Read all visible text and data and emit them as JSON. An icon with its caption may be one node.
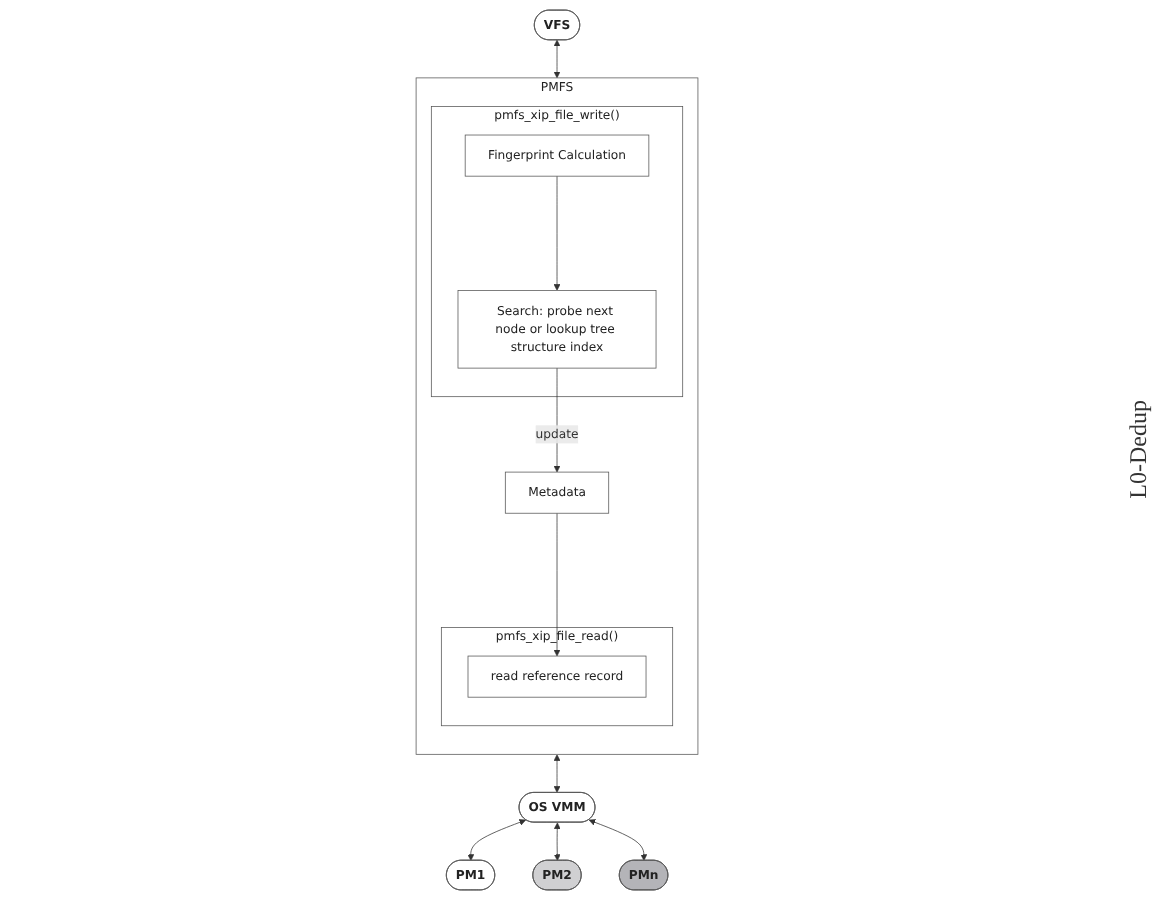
{
  "diagram": {
    "nodes": [
      {
        "text": [
          "VFS"
        ]
      },
      {
        "text": [
          "PMFS"
        ]
      },
      {
        "text": [
          "pmfs_xip_file_write()"
        ],
        "in": 1
      },
      {
        "text": [
          "Fingerprint Calculation"
        ],
        "in": 2
      },
      {
        "text": [
          "Search: probe next node or lookup tree structure index"
        ],
        "in": 2
      },
      {
        "text": [
          "Metadata"
        ],
        "in": 1
      },
      {
        "text": [
          "pmfs_xip_file_read()"
        ],
        "in": 1
      },
      {
        "text": [
          "read reference record"
        ],
        "in": 6
      },
      {
        "text": [
          "OS VMM"
        ]
      },
      {
        "text": [
          "PM1"
        ]
      },
      {
        "text": [
          "PM2"
        ]
      },
      {
        "text": [
          "PMn"
        ]
      }
    ],
    "edges": [
      {
        "from": 0,
        "to": 1,
        "arrow": "both"
      },
      {
        "from": 3,
        "to": 4,
        "arrow": "to"
      },
      {
        "from": 4,
        "to": 5,
        "arrow": "to",
        "label": "update"
      },
      {
        "from": 5,
        "to": 7,
        "arrow": "to"
      },
      {
        "from": 1,
        "to": 8,
        "arrow": "both"
      },
      {
        "from": 8,
        "to": 9,
        "arrow": "both"
      },
      {
        "from": 8,
        "to": 10,
        "arrow": "both"
      },
      {
        "from": 8,
        "to": 11,
        "arrow": "both"
      }
    ],
    "labels": [
      "L0-Dedup"
    ]
  }
}
